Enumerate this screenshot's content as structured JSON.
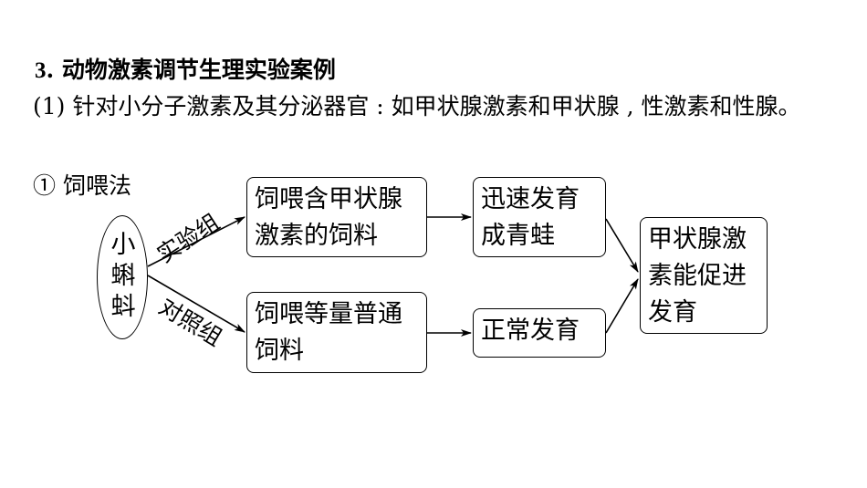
{
  "heading": {
    "number": "3",
    "title": ". 动物激素调节生理实验案例"
  },
  "paragraph": "(1) 针对小分子激素及其分泌器官 : 如甲状腺激素和甲状腺 , 性激素和性腺。",
  "method_label": "① 饲喂法",
  "diagram": {
    "subject": "小蝌蚪",
    "branch_experimental": "实验组",
    "branch_control": "对照组",
    "box_experimental_feed": "饲喂含甲状腺激素的饲料",
    "box_control_feed": "饲喂等量普通饲料",
    "box_experimental_result": "迅速发育成青蛙",
    "box_control_result": "正常发育",
    "box_conclusion": "甲状腺激素能促进发育"
  }
}
